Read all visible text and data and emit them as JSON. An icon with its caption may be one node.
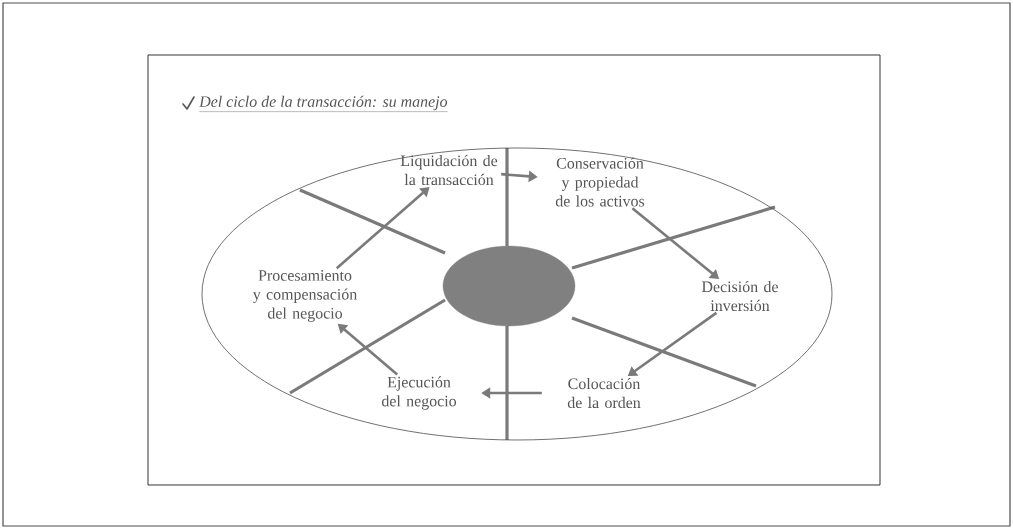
{
  "diagram": {
    "title": "Del ciclo de la transacción: su manejo",
    "nodes": [
      {
        "text": [],
        "shape": "ellipse"
      },
      {
        "text": [],
        "shape": "ellipse",
        "in": 0
      },
      {
        "text": [
          "Liquidación de la transacción"
        ],
        "in": 0
      },
      {
        "text": [
          "Conservación y propiedad de los activos"
        ],
        "in": 0
      },
      {
        "text": [
          "Decisión de inversión"
        ],
        "in": 0
      },
      {
        "text": [
          "Colocación de la orden"
        ],
        "in": 0
      },
      {
        "text": [
          "Ejecución del negocio"
        ],
        "in": 0
      },
      {
        "text": [
          "Procesamiento y compensación del negocio"
        ],
        "in": 0
      }
    ],
    "edges": [
      {
        "from": 2,
        "to": 3,
        "arrow": "to"
      },
      {
        "from": 3,
        "to": 4,
        "arrow": "to"
      },
      {
        "from": 4,
        "to": 5,
        "arrow": "to"
      },
      {
        "from": 5,
        "to": 6,
        "arrow": "to"
      },
      {
        "from": 6,
        "to": 7,
        "arrow": "to"
      },
      {
        "from": 7,
        "to": 2,
        "arrow": "to"
      }
    ]
  }
}
